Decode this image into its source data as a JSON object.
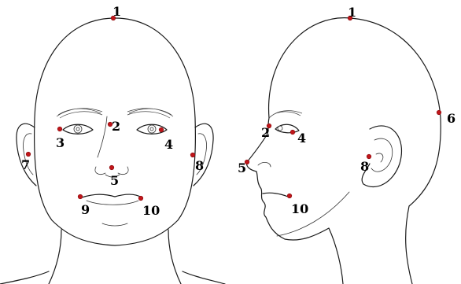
{
  "landmarks": {
    "front": [
      "1",
      "2",
      "3",
      "4",
      "5",
      "7",
      "8",
      "9",
      "10"
    ],
    "side": [
      "1",
      "2",
      "4",
      "5",
      "6",
      "8",
      "10"
    ]
  },
  "colors": {
    "landmark_dot": "#c0161a",
    "outline": "#1a1a1a"
  }
}
